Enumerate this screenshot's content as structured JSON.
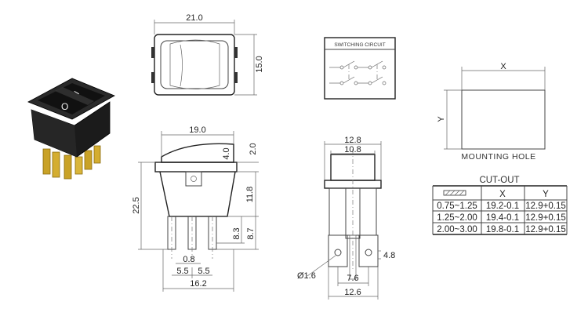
{
  "top_view": {
    "width_label": "21.0",
    "height_label": "15.0"
  },
  "side_view": {
    "width_top": "19.0",
    "rocker_h": "4.0",
    "flange": "2.0",
    "total_h": "22.5",
    "body_h": "11.8",
    "pin_a": "8.3",
    "pin_b": "8.7",
    "pin_w": "0.8",
    "pitch_1": "5.5",
    "pitch_2": "5.5",
    "bottom_w": "16.2"
  },
  "front_view": {
    "top_w": "12.8",
    "inner_w": "10.8",
    "hole": "Ø1.6",
    "tab": "4.8",
    "pin_pitch": "7.6",
    "bottom_w": "12.6"
  },
  "circuit": {
    "title": "SWITCHING CIRCUIT"
  },
  "mounting": {
    "x_label": "X",
    "y_label": "Y",
    "caption": "MOUNTING HOLE"
  },
  "cutout": {
    "title": "CUT-OUT",
    "headers": [
      "",
      "X",
      "Y"
    ],
    "rows": [
      [
        "0.75~1.25",
        "19.2-0.1",
        "12.9+0.15"
      ],
      [
        "1.25~2.00",
        "19.4-0.1",
        "12.9+0.15"
      ],
      [
        "2.00~3.00",
        "19.8-0.1",
        "12.9+0.15"
      ]
    ]
  },
  "photo": {
    "rocker_mark_on": "I",
    "rocker_mark_off": "O"
  }
}
